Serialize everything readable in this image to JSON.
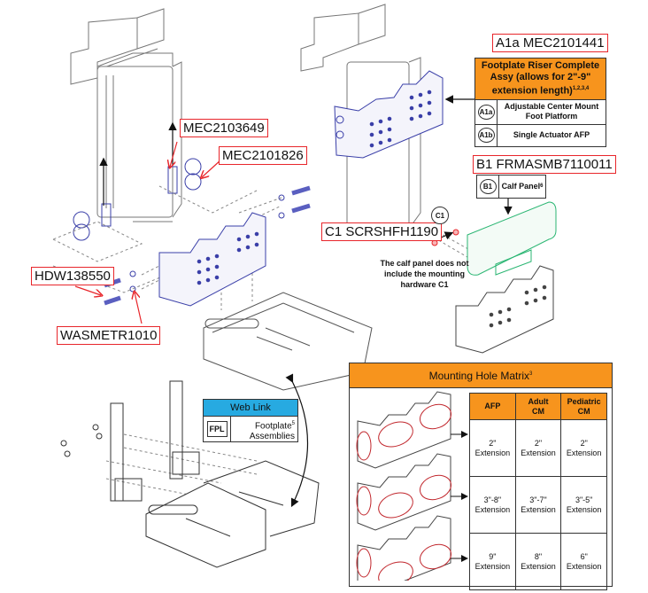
{
  "colors": {
    "callout_border": "#e8262b",
    "orange_header": "#f7941d",
    "blue_header": "#27aae1",
    "hardware_blue": "#3a3fa8",
    "calf_panel_green": "#2bb673"
  },
  "callouts": {
    "a1a": "A1a MEC2101441",
    "mec2103649": "MEC2103649",
    "mec2101826": "MEC2101826",
    "b1": "B1 FRMASMB7110011",
    "c1": "C1 SCRSHFH1190",
    "hdw138550": "HDW138550",
    "wasmetr1010": "WASMETR1010"
  },
  "riser_table": {
    "title": "Footplate Riser Complete Assy (allows for 2\"-9\" extension length)",
    "title_sup": "1,2,3,4",
    "rows": [
      {
        "badge": "A1a",
        "label": "Adjustable Center Mount Foot Platform"
      },
      {
        "badge": "A1b",
        "label": "Single Actuator AFP"
      }
    ]
  },
  "calf_table": {
    "badge": "B1",
    "label": "Calf Panel",
    "sup": "6"
  },
  "c1_badge": "C1",
  "c1_note": "The calf panel does not include the mounting hardware C1",
  "web_link": {
    "title": "Web Link",
    "code": "FPL",
    "label_line1": "Footplate",
    "label_sup": "5",
    "label_line2": "Assemblies"
  },
  "matrix": {
    "title": "Mounting Hole Matrix",
    "title_sup": "3",
    "headers": [
      {
        "l1": "AFP",
        "l2": ""
      },
      {
        "l1": "Adult",
        "l2": "CM"
      },
      {
        "l1": "Pediatric",
        "l2": "CM"
      }
    ],
    "rows": [
      [
        {
          "v": "2\"",
          "u": "Extension"
        },
        {
          "v": "2\"",
          "u": "Extension"
        },
        {
          "v": "2\"",
          "u": "Extension"
        }
      ],
      [
        {
          "v": "3\"-8\"",
          "u": "Extension"
        },
        {
          "v": "3\"-7\"",
          "u": "Extension"
        },
        {
          "v": "3\"-5\"",
          "u": "Extension"
        }
      ],
      [
        {
          "v": "9\"",
          "u": "Extension"
        },
        {
          "v": "8\"",
          "u": "Extension"
        },
        {
          "v": "6\"",
          "u": "Extension"
        }
      ]
    ]
  }
}
